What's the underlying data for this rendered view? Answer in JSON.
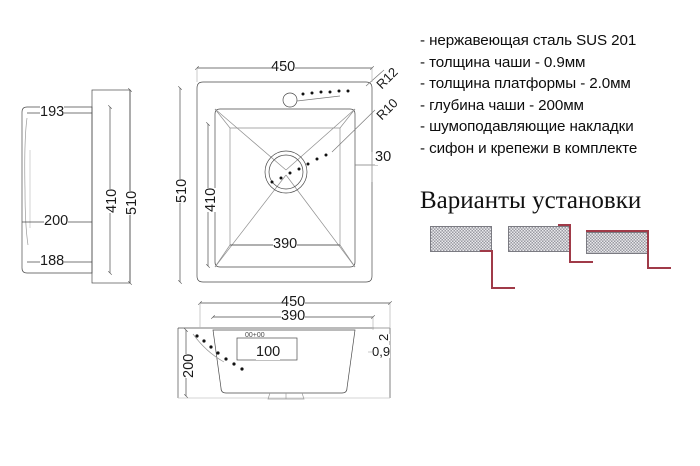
{
  "document": {
    "kind": "technical-drawing",
    "subject": "kitchen-sink"
  },
  "specs": {
    "lines": [
      "- нержавеющая сталь SUS 201",
      "- толщина чаши - 0.9мм",
      "- толщина платформы - 2.0мм",
      "- глубина чаши - 200мм",
      "- шумоподавляющие накладки",
      "- сифон и крепежи в комплекте"
    ]
  },
  "variants": {
    "heading": "Варианты установки",
    "items": [
      {
        "name": "undermount"
      },
      {
        "name": "flushmount"
      },
      {
        "name": "topmount"
      }
    ],
    "line_color": "#a03a48",
    "hatch_fill": "#e9e9ec",
    "hatch_stroke": "#7b7b82"
  },
  "side_view": {
    "dims": {
      "width_top": "193",
      "depth": "200",
      "width_bottom": "188",
      "inner_height": "410",
      "outer_height": "510"
    }
  },
  "top_view": {
    "dims": {
      "overall_width": "450",
      "overall_height": "510",
      "bowl_width": "390",
      "bowl_height": "410",
      "edge_offset": "30",
      "radius_outer": "R12",
      "radius_inner": "R10"
    }
  },
  "front_view": {
    "dims": {
      "overall_width": "450",
      "bowl_width": "390",
      "depth": "200",
      "drain_note": "100",
      "drain_small_note": "00+00",
      "platform_thickness": "2",
      "bowl_thickness": "0,9"
    }
  }
}
